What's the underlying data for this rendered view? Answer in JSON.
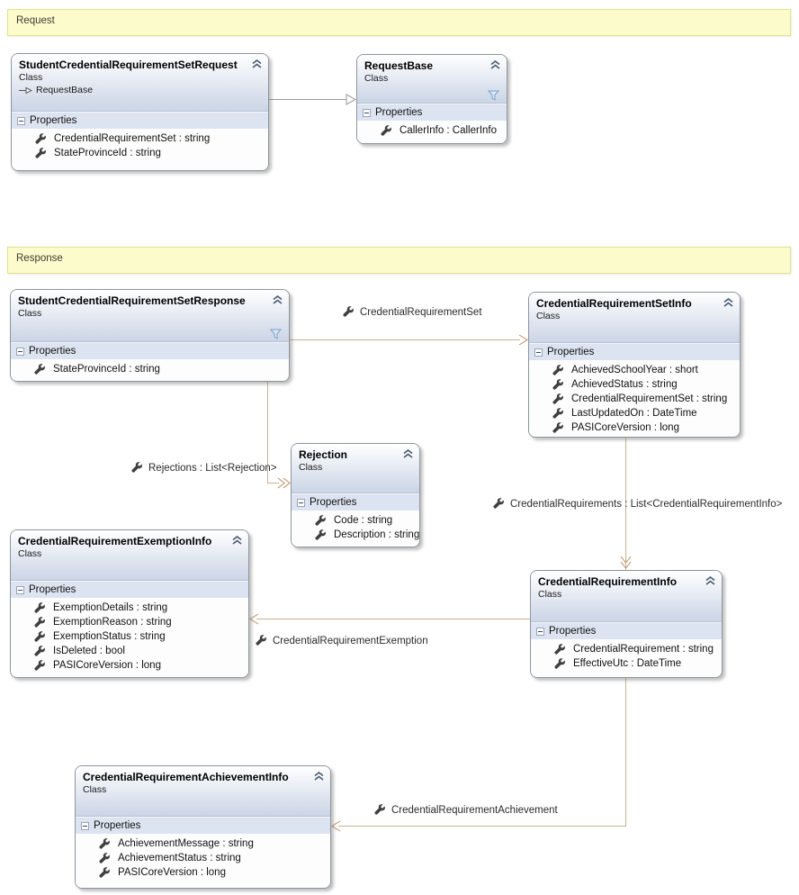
{
  "banners": {
    "request": "Request",
    "response": "Response"
  },
  "classes": [
    {
      "title": "StudentCredentialRequirementSetRequest",
      "stereotype": "Class",
      "inherits": "RequestBase",
      "properties_label": "Properties",
      "properties": [
        "CredentialRequirementSet : string",
        "StateProvinceId : string"
      ]
    },
    {
      "title": "RequestBase",
      "stereotype": "Class",
      "properties_label": "Properties",
      "properties": [
        "CallerInfo : CallerInfo"
      ]
    },
    {
      "title": "StudentCredentialRequirementSetResponse",
      "stereotype": "Class",
      "properties_label": "Properties",
      "properties": [
        "StateProvinceId : string"
      ]
    },
    {
      "title": "CredentialRequirementSetInfo",
      "stereotype": "Class",
      "properties_label": "Properties",
      "properties": [
        "AchievedSchoolYear : short",
        "AchievedStatus : string",
        "CredentialRequirementSet : string",
        "LastUpdatedOn : DateTime",
        "PASICoreVersion : long"
      ]
    },
    {
      "title": "Rejection",
      "stereotype": "Class",
      "properties_label": "Properties",
      "properties": [
        "Code : string",
        "Description : string"
      ]
    },
    {
      "title": "CredentialRequirementExemptionInfo",
      "stereotype": "Class",
      "properties_label": "Properties",
      "properties": [
        "ExemptionDetails : string",
        "ExemptionReason : string",
        "ExemptionStatus : string",
        "IsDeleted : bool",
        "PASICoreVersion : long"
      ]
    },
    {
      "title": "CredentialRequirementInfo",
      "stereotype": "Class",
      "properties_label": "Properties",
      "properties": [
        "CredentialRequirement : string",
        "EffectiveUtc : DateTime"
      ]
    },
    {
      "title": "CredentialRequirementAchievementInfo",
      "stereotype": "Class",
      "properties_label": "Properties",
      "properties": [
        "AchievementMessage : string",
        "AchievementStatus : string",
        "PASICoreVersion : long"
      ]
    }
  ],
  "associations": [
    {
      "label": "CredentialRequirementSet"
    },
    {
      "label": "Rejections : List<Rejection>"
    },
    {
      "label": "CredentialRequirements : List<CredentialRequirementInfo>"
    },
    {
      "label": "CredentialRequirementExemption"
    },
    {
      "label": "CredentialRequirementAchievement"
    }
  ],
  "colors": {
    "banner_bg": "#fbfbcc",
    "banner_border": "#e2e28c",
    "header_gradient_start": "#ffffff",
    "header_gradient_end": "#cbd5e6",
    "section_band": "#dde4f1",
    "association_line": "#c9b096",
    "association_arrow": "#bf8d5e",
    "inheritance_line": "#9a9a9a",
    "filter_icon": "#7aa0cc",
    "wrench_icon": "#3f3f3f",
    "chevron_icon": "#44566c"
  }
}
